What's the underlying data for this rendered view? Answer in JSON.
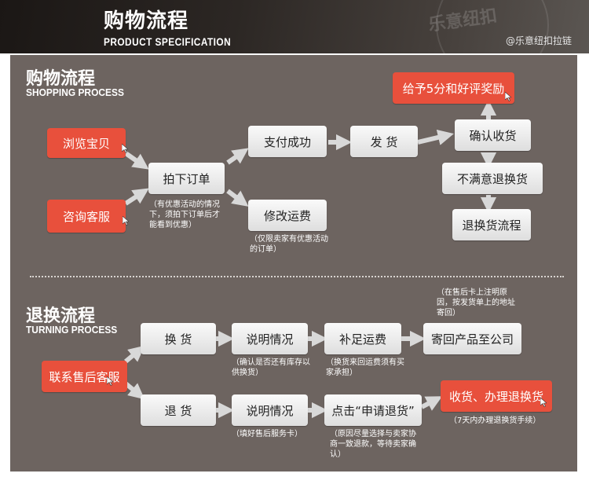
{
  "banner": {
    "title": "购物流程",
    "subtitle": "PRODUCT SPECIFICATION",
    "watermark": "乐意纽扣",
    "tag": "@乐意纽扣拉链"
  },
  "shopping": {
    "title": "购物流程",
    "subtitle": "SHOPPING PROCESS",
    "browse": "浏览宝贝",
    "consult": "咨询客服",
    "order": "拍下订单",
    "order_note": "（有优惠活动的情况下，须拍下订单后才能看到优惠）",
    "pay": "支付成功",
    "ship": "发 货",
    "confirm": "确认收货",
    "reward": "给予5分和好评奖励",
    "unsatisfied": "不满意退换货",
    "return_flow": "退换货流程",
    "modify": "修改运费",
    "modify_note": "（仅限卖家有优惠活动的订单）"
  },
  "returns": {
    "title": "退换流程",
    "subtitle": "TURNING PROCESS",
    "contact": "联系售后客服",
    "exchange": "换 货",
    "refund": "退 货",
    "explain1": "说明情况",
    "explain1_note": "（确认是否还有库存以供换货）",
    "shipping_fee": "补足运费",
    "shipping_fee_note": "（换货来回运费须有买家承担）",
    "send_back": "寄回产品至公司",
    "send_back_note": "（在售后卡上注明原因，按发货单上的地址寄回）",
    "explain2": "说明情况",
    "explain2_note": "（填好售后服务卡）",
    "apply": "点击“申请退货”",
    "apply_note": "（原因尽量选择与卖家协商一致退款，等待卖家确认）",
    "receive": "收货、办理退换货",
    "receive_note": "（7天内办理退换货手续）"
  },
  "colors": {
    "panel": "#6d6460",
    "highlight": "#e8503c",
    "arrow": "#d8d8d8"
  }
}
